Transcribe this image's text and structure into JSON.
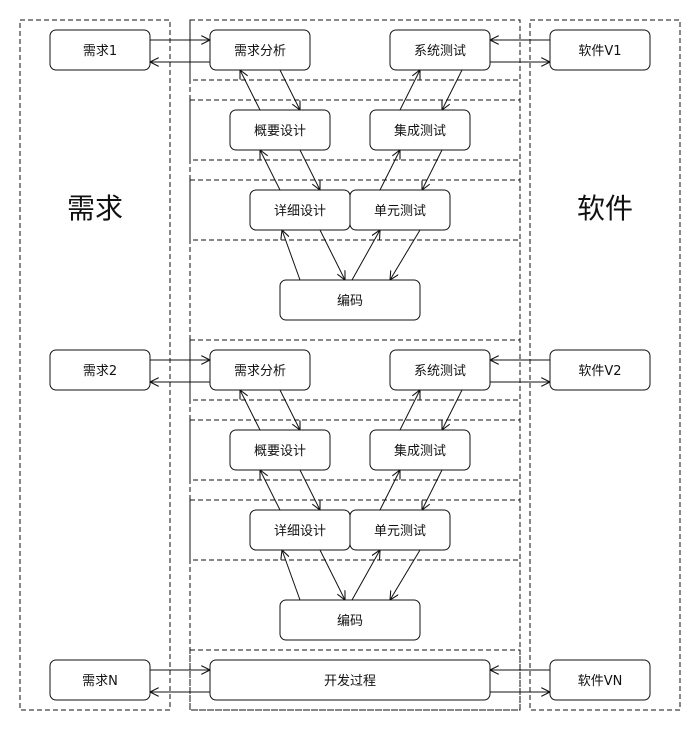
{
  "columns": {
    "requirements_title": "需求",
    "software_title": "软件"
  },
  "top_cycle": {
    "req_label": "需求1",
    "sw_label": "软件V1",
    "analysis": "需求分析",
    "system_test": "系统测试",
    "overview_design": "概要设计",
    "integration_test": "集成测试",
    "detail_design": "详细设计",
    "unit_test": "单元测试",
    "coding": "编码"
  },
  "middle_cycle": {
    "req_label": "需求2",
    "sw_label": "软件V2",
    "analysis": "需求分析",
    "system_test": "系统测试",
    "overview_design": "概要设计",
    "integration_test": "集成测试",
    "detail_design": "详细设计",
    "unit_test": "单元测试",
    "coding": "编码"
  },
  "bottom_cycle": {
    "req_label": "需求N",
    "sw_label": "软件VN",
    "process": "开发过程"
  }
}
